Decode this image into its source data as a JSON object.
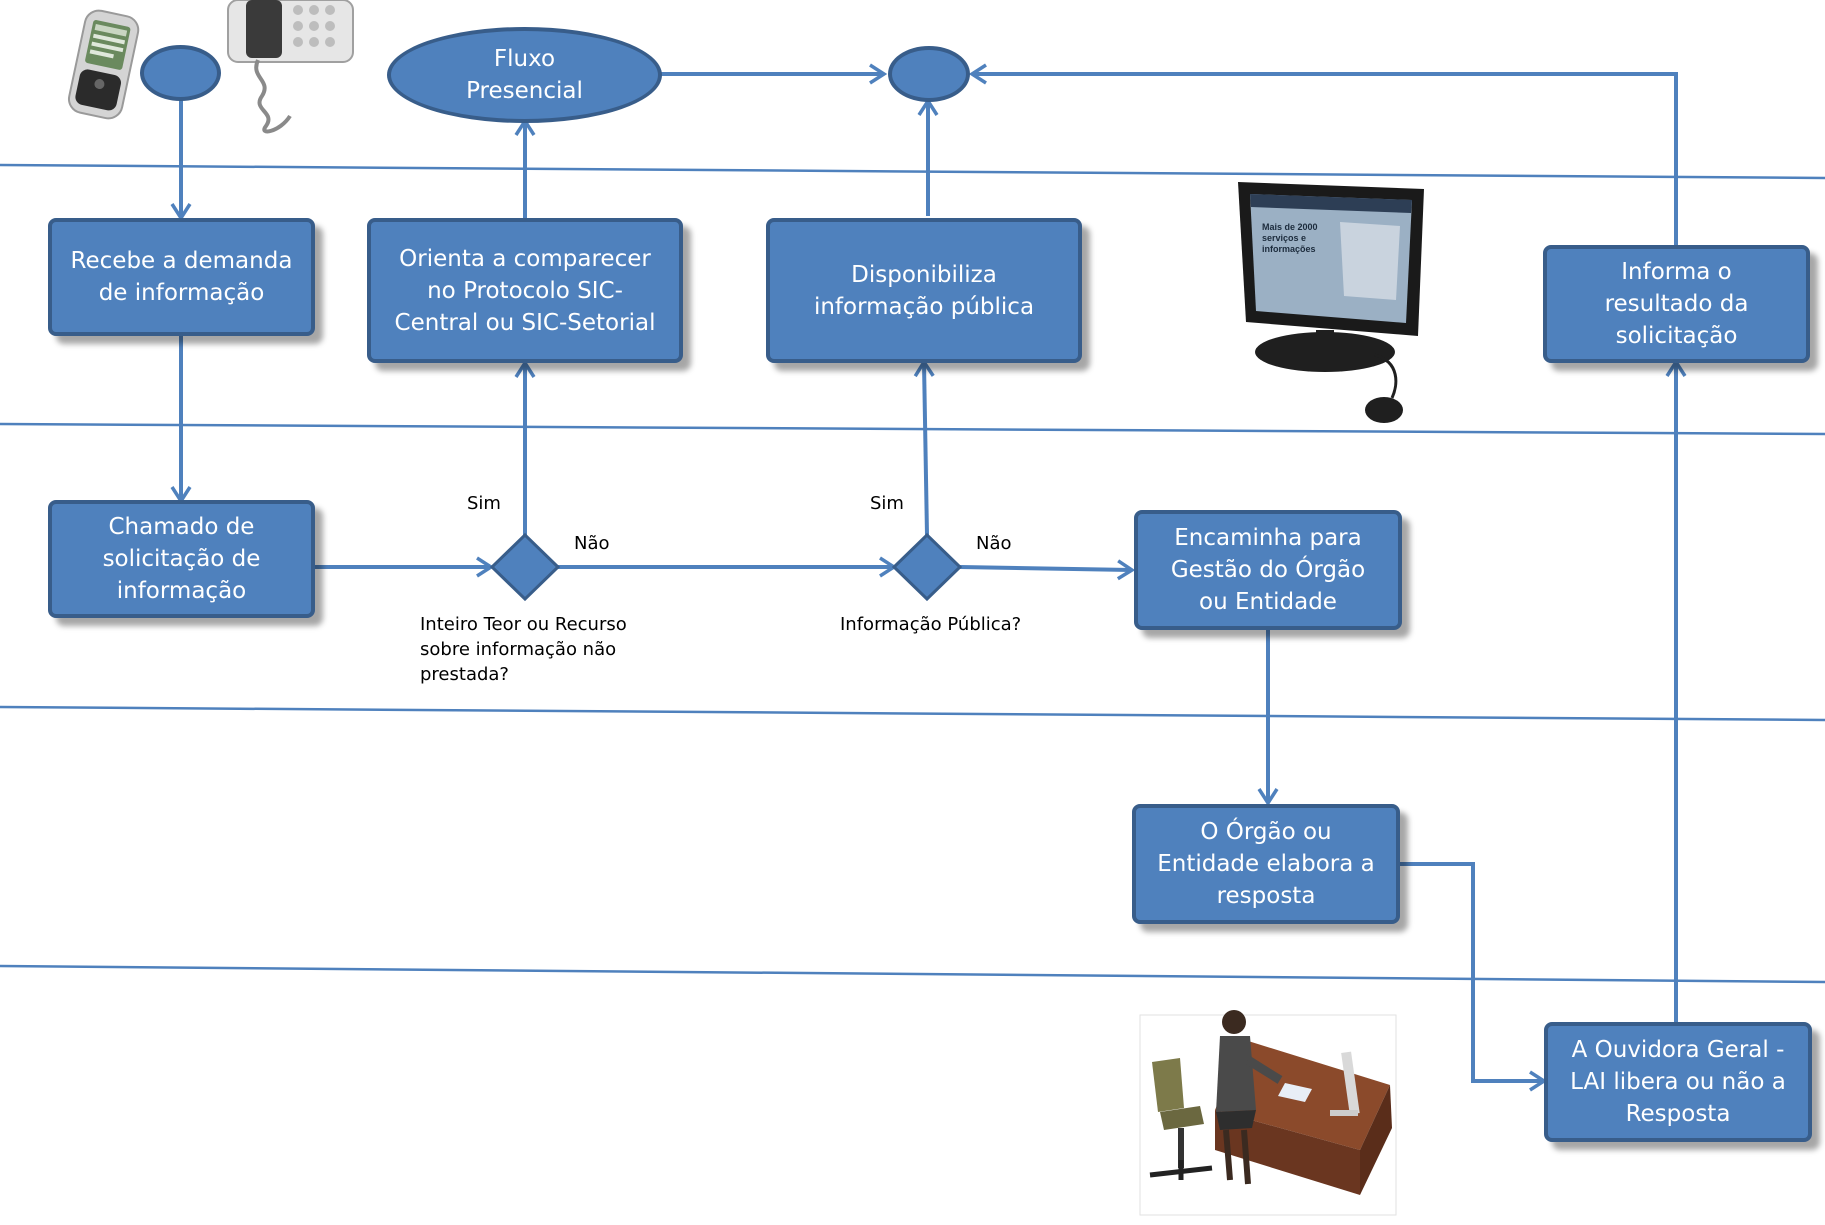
{
  "colors": {
    "shape_fill": "#4f81bd",
    "shape_border": "#385d8a",
    "connector": "#4f81bd",
    "lane_line": "#4f81bd",
    "text_on_shape": "#ffffff",
    "text_plain": "#000000"
  },
  "start_ovals": {
    "contact": {
      "label": ""
    },
    "fluxo_presencial": {
      "label": "Fluxo\nPresencial"
    },
    "end": {
      "label": ""
    }
  },
  "process_boxes": {
    "recebe": "Recebe a demanda\nde informação",
    "orienta": "Orienta a comparecer\nno Protocolo  SIC-\nCentral ou SIC-Setorial",
    "disponibiliza": "Disponibiliza\ninformação pública",
    "informa": "Informa o\nresultado da\nsolicitação",
    "chamado": "Chamado de\nsolicitação de\ninformação",
    "encaminha": "Encaminha para\nGestão do Órgão\nou Entidade",
    "orgao": "O Órgão ou\nEntidade elabora a\nresposta",
    "ouvidora": "A Ouvidora Geral  -\nLAI libera ou não a\nResposta"
  },
  "decisions": {
    "inteiro_teor": {
      "question": "Inteiro Teor ou Recurso\nsobre informação não\nprestada?",
      "yes": "Sim",
      "no": "Não"
    },
    "informacao_publica": {
      "question": "Informação Pública?",
      "yes": "Sim",
      "no": "Não"
    }
  },
  "illustrations": {
    "phones": "phone-icon",
    "monitor": "computer-monitor-icon",
    "monitor_screen_text": "Mais de 2000\nserviços e informações",
    "office": "office-worker-icon"
  }
}
